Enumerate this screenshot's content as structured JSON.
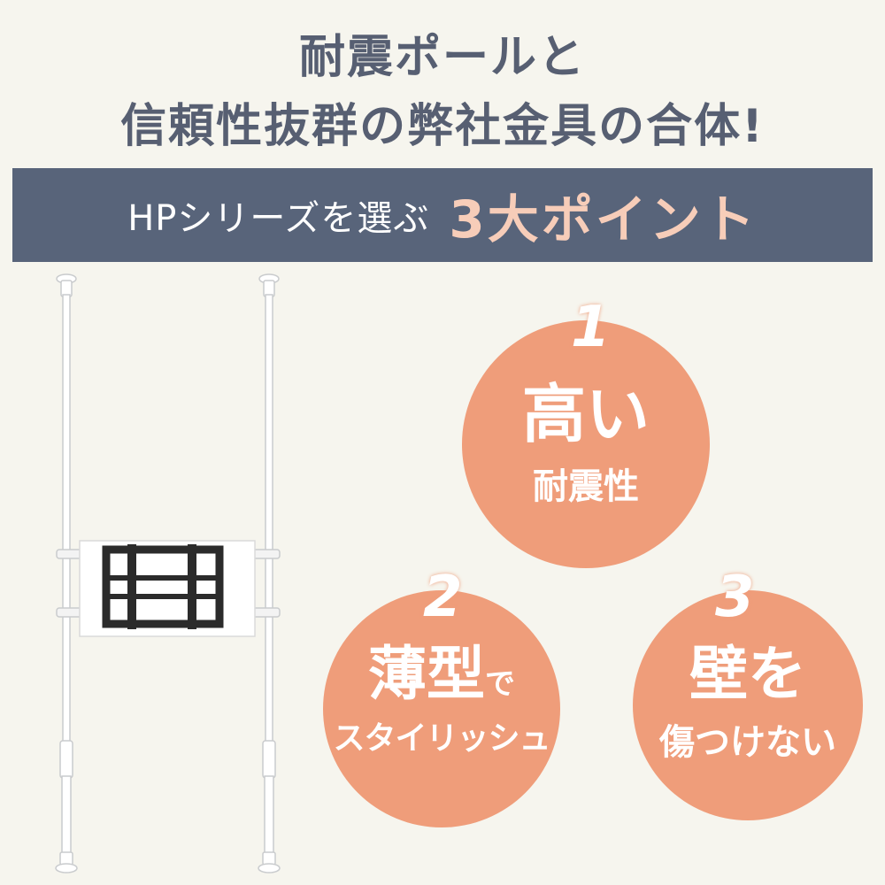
{
  "header": {
    "line1": "耐震ポールと",
    "line2": "信頼性抜群の弊社金具の合体!"
  },
  "banner": {
    "lead": "HPシリーズを選ぶ",
    "emphasis": "3大ポイント"
  },
  "points": [
    {
      "number": "1",
      "line1": "高い",
      "line1_suffix": "",
      "line2": "耐震性"
    },
    {
      "number": "2",
      "line1": "薄型",
      "line1_suffix": "で",
      "line2": "スタイリッシュ"
    },
    {
      "number": "3",
      "line1": "壁を",
      "line1_suffix": "",
      "line2": "傷つけない"
    }
  ],
  "colors": {
    "background": "#f6f5ee",
    "title_text": "#575f72",
    "banner_bg": "#58647a",
    "banner_accent": "#f7cdb9",
    "circle_fill": "#ef9d7a"
  }
}
